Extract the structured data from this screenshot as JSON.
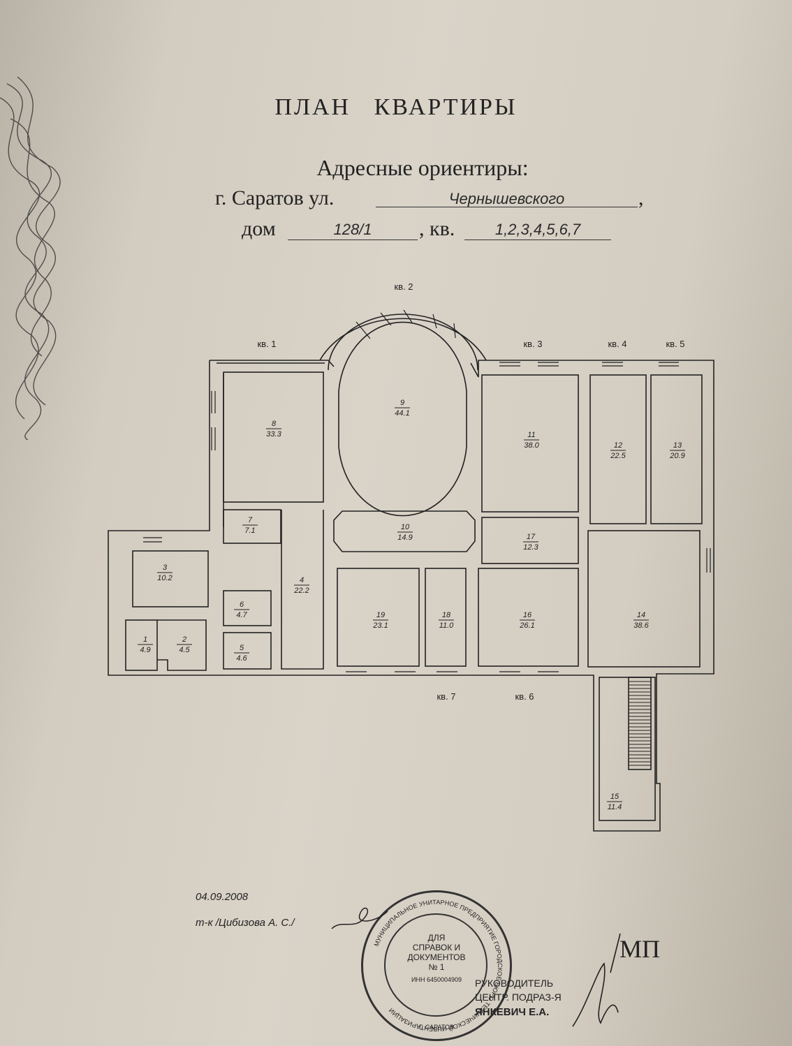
{
  "title": "ПЛАН КВАРТИРЫ",
  "address": {
    "heading": "Адресные ориентиры:",
    "city_label": "г. Саратов ул.",
    "street": "Чернышевского",
    "comma1": ",",
    "house_label": "дом",
    "house": "128/1",
    "apt_label": ", кв.",
    "apartments": "1,2,3,4,5,6,7"
  },
  "plan": {
    "apartment_labels": [
      "кв. 1",
      "кв. 2",
      "кв. 3",
      "кв. 4",
      "кв. 5",
      "кв. 7",
      "кв. 6"
    ],
    "rooms": [
      {
        "n": "1",
        "area": "4.9"
      },
      {
        "n": "2",
        "area": "4.5"
      },
      {
        "n": "3",
        "area": "10.2"
      },
      {
        "n": "4",
        "area": "22.2"
      },
      {
        "n": "5",
        "area": "4.6"
      },
      {
        "n": "6",
        "area": "4.7"
      },
      {
        "n": "7",
        "area": "7.1"
      },
      {
        "n": "8",
        "area": "33.3"
      },
      {
        "n": "9",
        "area": "44.1"
      },
      {
        "n": "10",
        "area": "14.9"
      },
      {
        "n": "11",
        "area": "38.0"
      },
      {
        "n": "12",
        "area": "22.5"
      },
      {
        "n": "13",
        "area": "20.9"
      },
      {
        "n": "14",
        "area": "38.6"
      },
      {
        "n": "15",
        "area": "11.4"
      },
      {
        "n": "16",
        "area": "26.1"
      },
      {
        "n": "17",
        "area": "12.3"
      },
      {
        "n": "18",
        "area": "11.0"
      },
      {
        "n": "19",
        "area": "23.1"
      }
    ]
  },
  "footer": {
    "date": "04.09.2008",
    "author": "т-к /Цибизова А. С./",
    "mp": "МП",
    "stamp_center": [
      "ДЛЯ",
      "СПРАВОК И",
      "ДОКУМЕНТОВ",
      "№ 1"
    ],
    "stamp_inn": "ИНН 6450004909",
    "stamp_ring": "МУНИЦИПАЛЬНОЕ УНИТАРНОЕ ПРЕДПРИЯТИЕ ГОРОДСКОЕ БЮРО ТЕХНИЧЕСКОЙ ИНВЕНТАРИЗАЦИИ",
    "stamp_city": "Г. САРАТОВ",
    "signer_title1": "РУКОВОДИТЕЛЬ",
    "signer_title2": "ЦЕНТР. ПОДРАЗ-Я",
    "signer_name": "ЯНКЕВИЧ Е.А."
  },
  "colors": {
    "paper": "#d6cfc3",
    "ink": "#222222"
  }
}
